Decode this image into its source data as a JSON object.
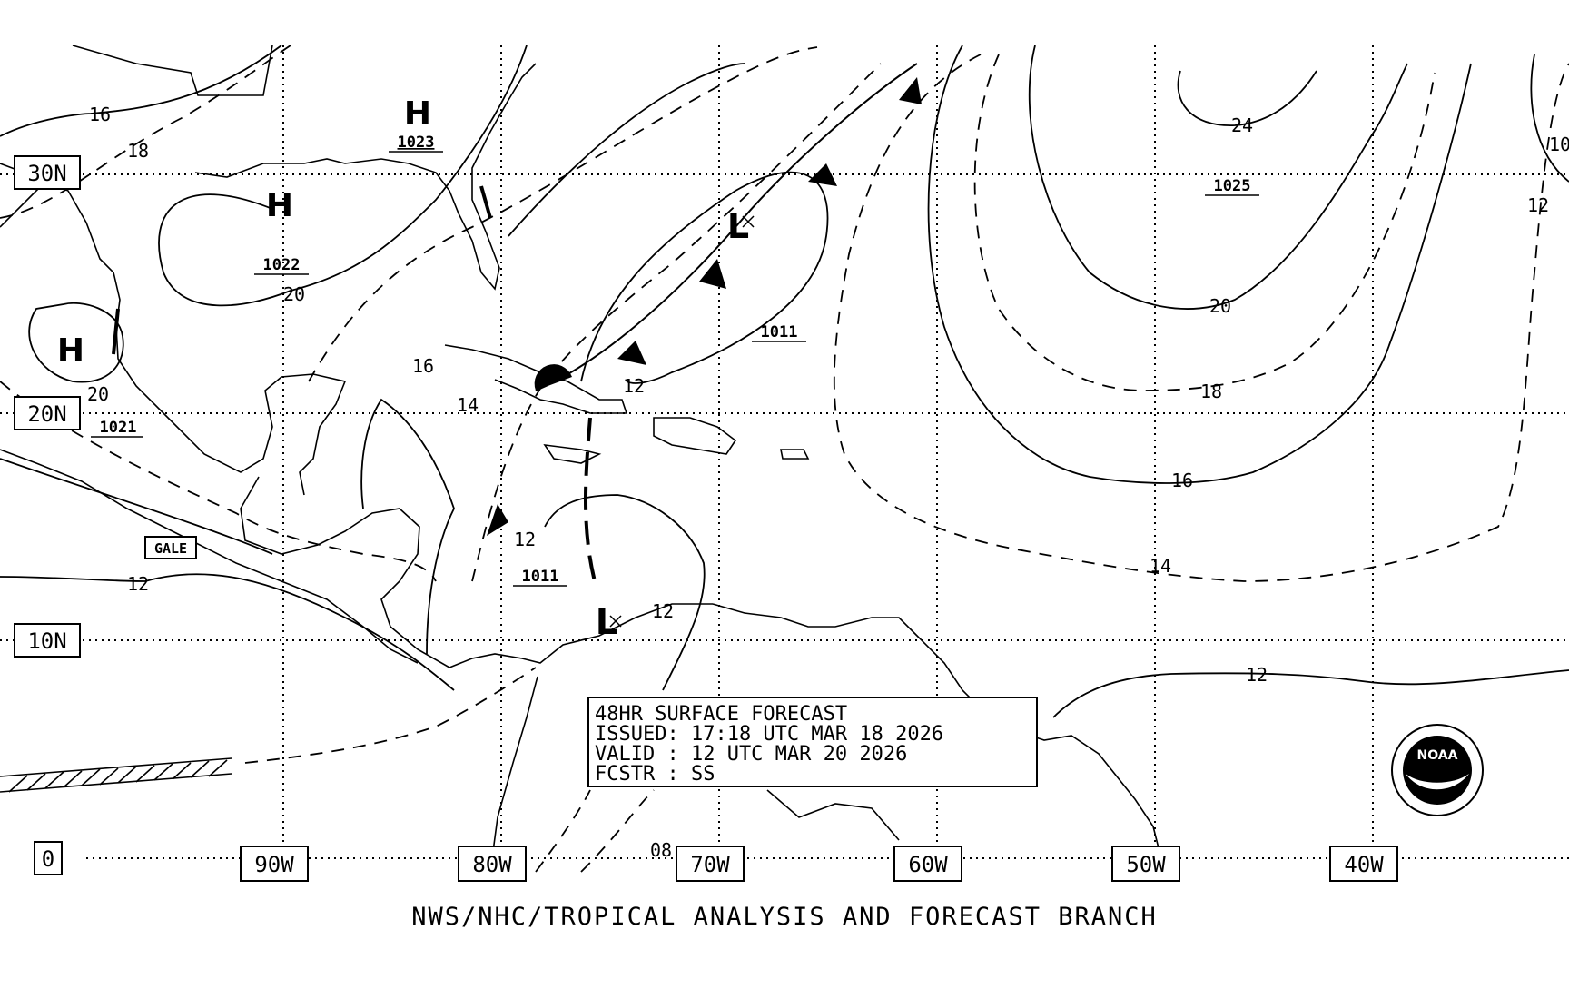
{
  "map": {
    "latitude_labels": [
      "30N",
      "20N",
      "10N",
      "0"
    ],
    "longitude_labels": [
      "90W",
      "80W",
      "70W",
      "60W",
      "50W",
      "40W"
    ],
    "pressure_centers": [
      {
        "type": "H",
        "value": "1023"
      },
      {
        "type": "H",
        "value": "1022"
      },
      {
        "type": "H",
        "value": "1021"
      },
      {
        "type": "L",
        "value": "1011"
      },
      {
        "type": "L",
        "value": "1011"
      },
      {
        "type": "H",
        "value": "1025"
      }
    ],
    "isobar_labels": [
      "16",
      "18",
      "20",
      "20",
      "16",
      "14",
      "12",
      "12",
      "12",
      "12",
      "24",
      "20",
      "18",
      "16",
      "14",
      "12",
      "12",
      "10",
      "08"
    ],
    "gale_label": "GALE",
    "forecast_box": {
      "line1": "48HR SURFACE FORECAST",
      "line2": "ISSUED: 17:18 UTC MAR 18 2026",
      "line3": "VALID : 12 UTC MAR 20 2026",
      "line4": "FCSTR : SS"
    },
    "footer": "NWS/NHC/TROPICAL ANALYSIS AND FORECAST BRANCH",
    "logo_text": "NOAA"
  }
}
